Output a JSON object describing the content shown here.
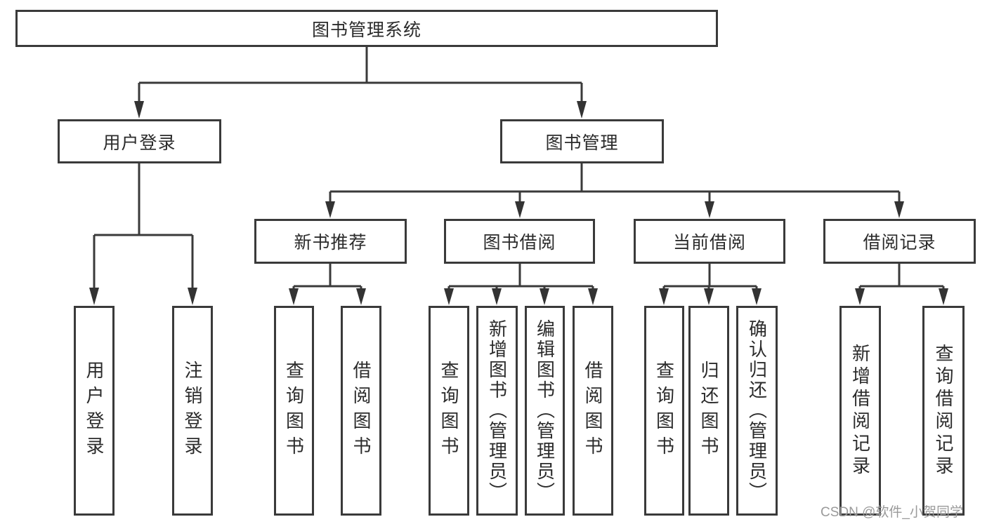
{
  "title": "图书管理系统",
  "watermark": "CSDN @软件_小贺同学",
  "colors": {
    "line": "#3a3a3a",
    "box_border": "#3a3a3a",
    "text": "#2b2b2b",
    "watermark": "#9a9a9a",
    "background": "#ffffff"
  },
  "tree": {
    "label": "图书管理系统",
    "children": [
      {
        "label": "用户登录",
        "children": [
          {
            "label": "用户登录"
          },
          {
            "label": "注销登录"
          }
        ]
      },
      {
        "label": "图书管理",
        "children": [
          {
            "label": "新书推荐",
            "children": [
              {
                "label": "查询图书"
              },
              {
                "label": "借阅图书"
              }
            ]
          },
          {
            "label": "图书借阅",
            "children": [
              {
                "label": "查询图书"
              },
              {
                "label": "新增图书（管理员）"
              },
              {
                "label": "编辑图书（管理员）"
              },
              {
                "label": "借阅图书"
              }
            ]
          },
          {
            "label": "当前借阅",
            "children": [
              {
                "label": "查询图书"
              },
              {
                "label": "归还图书"
              },
              {
                "label": "确认归还（管理员）"
              }
            ]
          },
          {
            "label": "借阅记录",
            "children": [
              {
                "label": "新增借阅记录"
              },
              {
                "label": "查询借阅记录"
              }
            ]
          }
        ]
      }
    ]
  }
}
